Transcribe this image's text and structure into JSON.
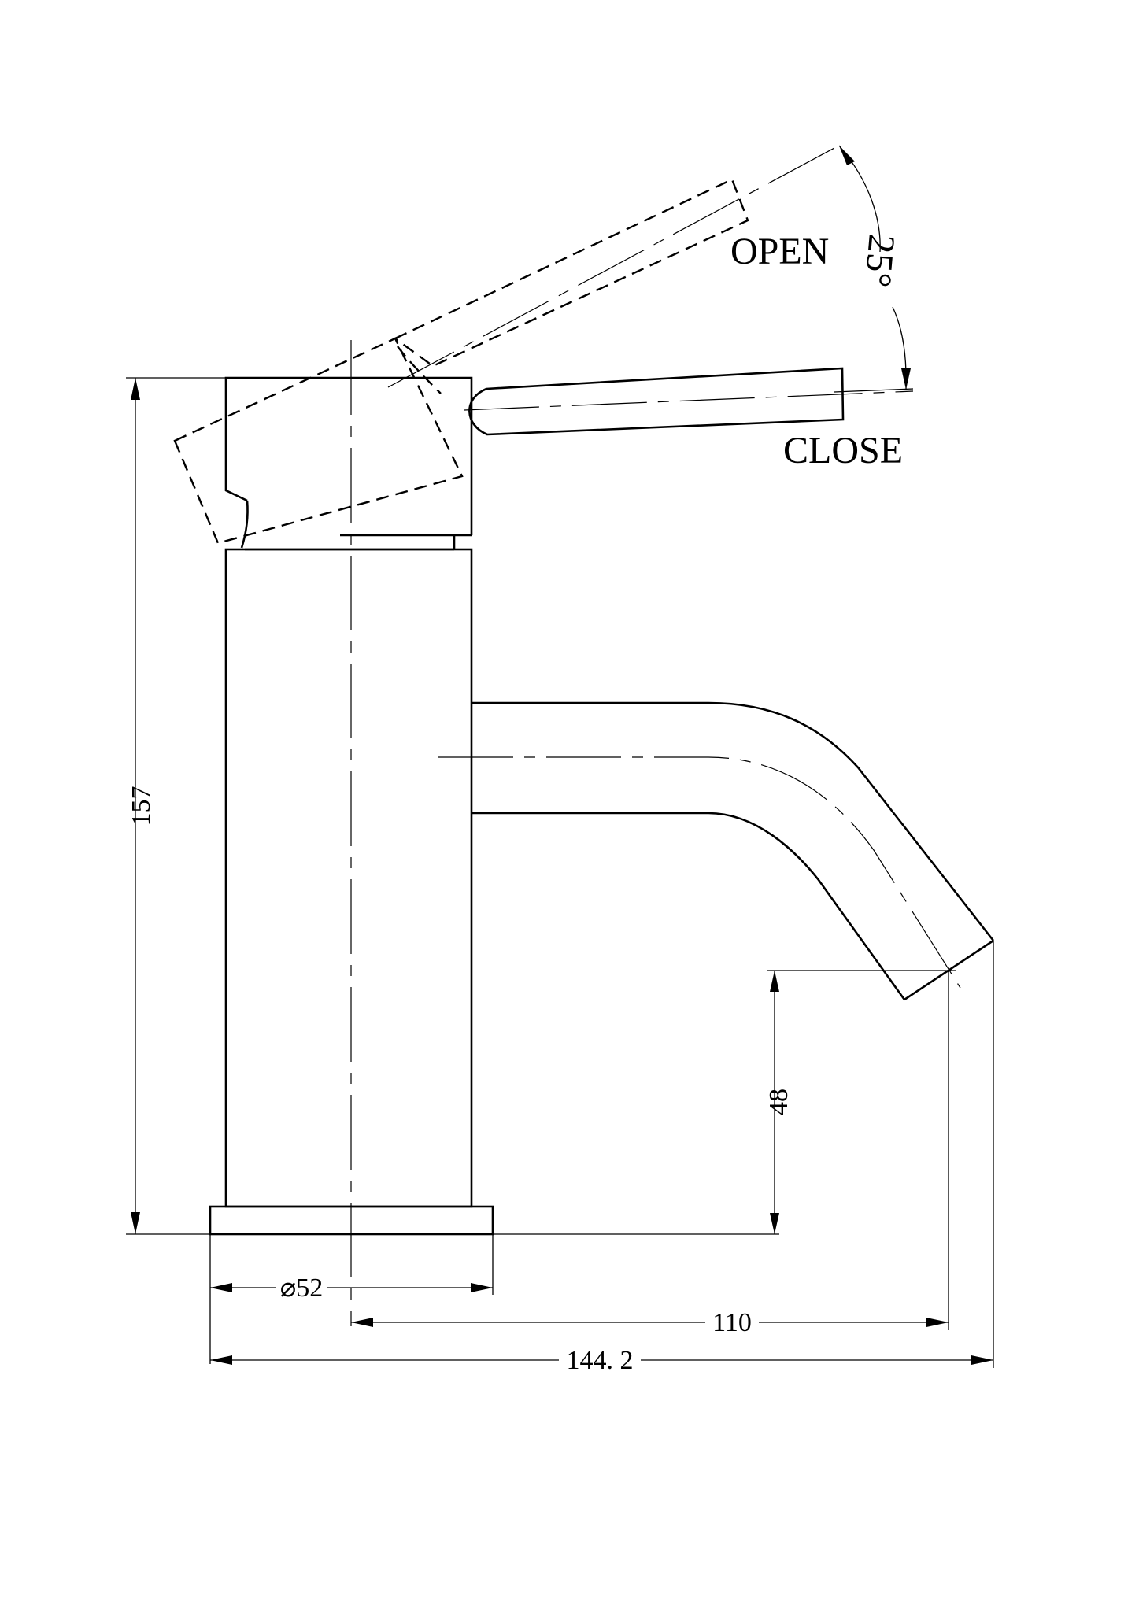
{
  "labels": {
    "open": "OPEN",
    "close": "CLOSE",
    "angle": "25°"
  },
  "dimensions": {
    "height": "157",
    "spout_height": "48",
    "base_diameter": "⌀52",
    "reach": "110",
    "overall_length": "144. 2"
  }
}
